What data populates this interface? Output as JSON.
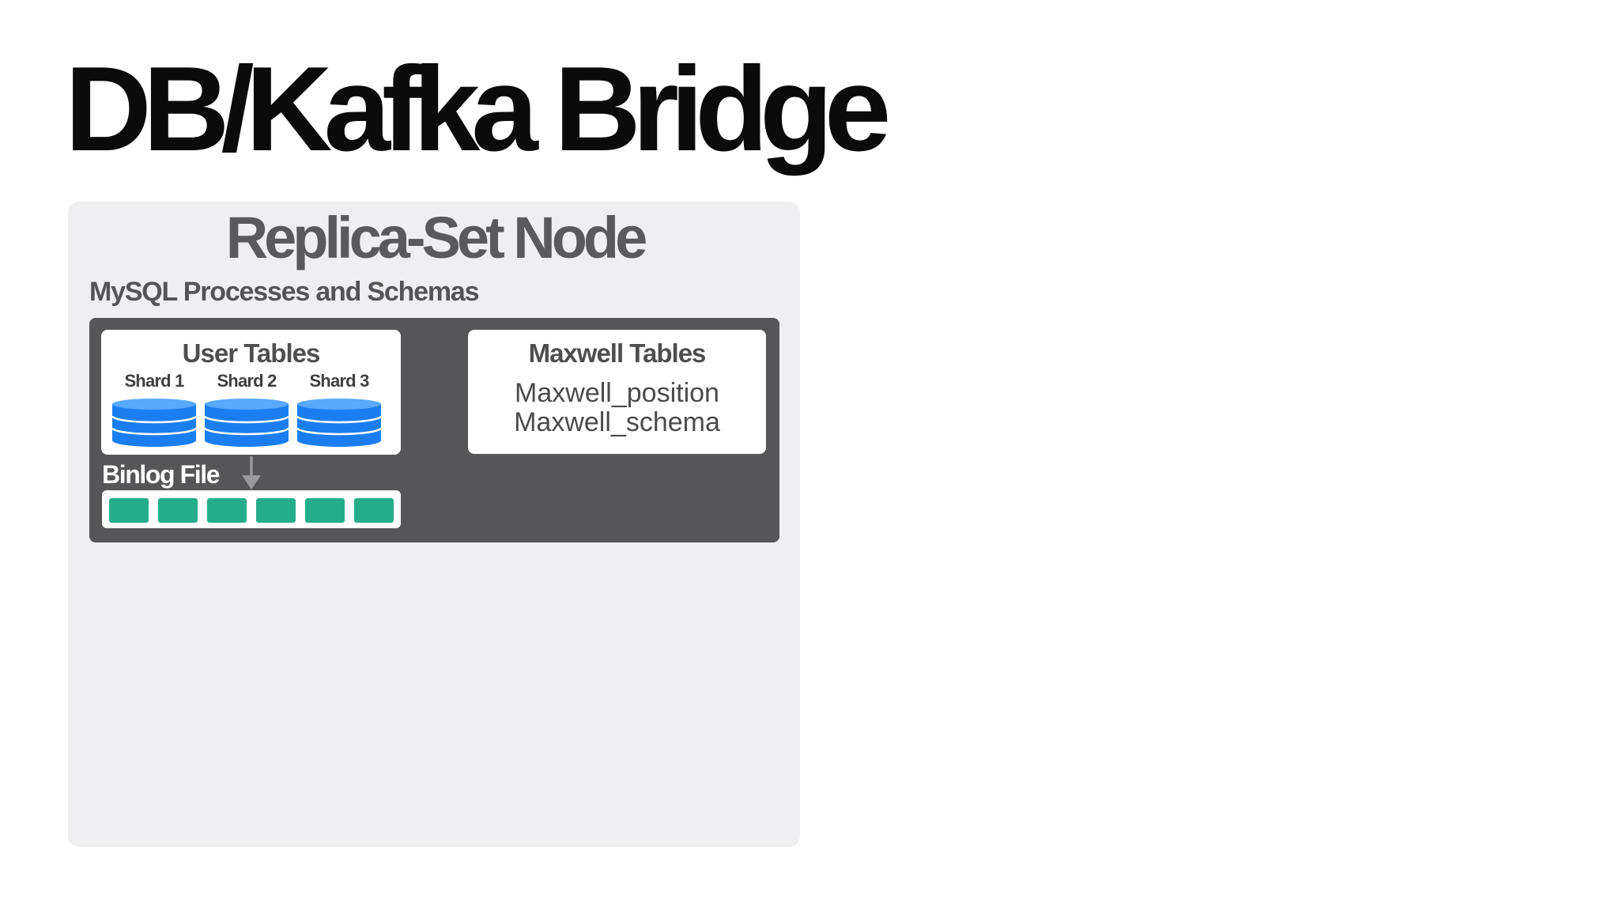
{
  "slide": {
    "title": "DB/Kafka Bridge"
  },
  "node": {
    "title": "Replica-Set Node",
    "section_label": "MySQL Processes and Schemas",
    "user_tables": {
      "title": "User Tables",
      "shards": [
        {
          "label": "Shard 1",
          "icon": "database-icon"
        },
        {
          "label": "Shard 2",
          "icon": "database-icon"
        },
        {
          "label": "Shard 3",
          "icon": "database-icon"
        }
      ]
    },
    "maxwell_tables": {
      "title": "Maxwell Tables",
      "items": [
        "Maxwell_position",
        "Maxwell_schema"
      ]
    },
    "binlog": {
      "label": "Binlog File",
      "entry_count": 6,
      "arrow_icon": "arrow-down-icon"
    }
  },
  "colors": {
    "title": "#0b0b0b",
    "node_panel": "#efeef0",
    "mysql_box": "#565557",
    "database": "#1a7ef2",
    "binlog_entry": "#25ad89",
    "arrow": "#9a9a9c"
  }
}
